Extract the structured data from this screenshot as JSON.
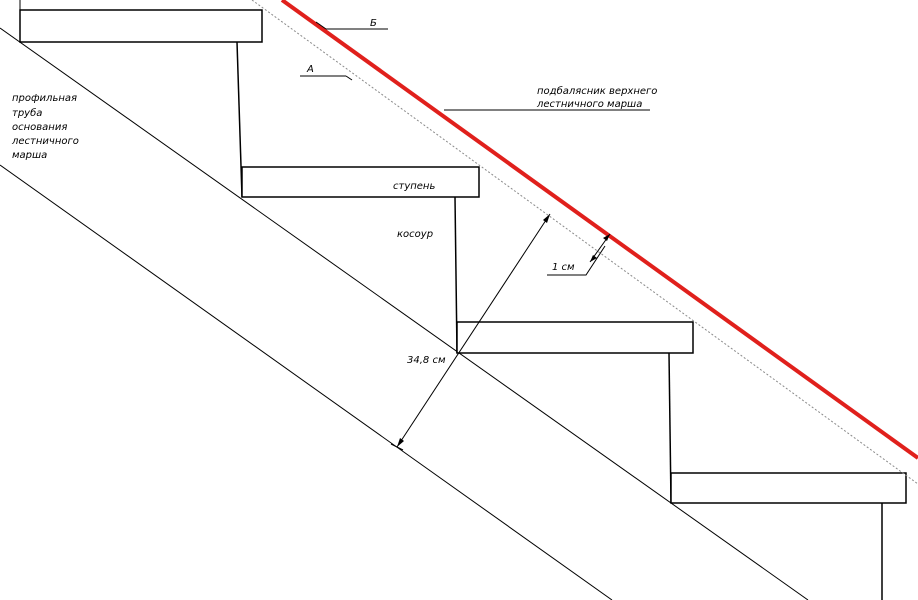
{
  "labels": {
    "b": "Б",
    "a": "А",
    "pipe": [
      "профильная",
      "труба",
      "основания",
      "лестничного",
      "марша"
    ],
    "beam": [
      "подбалясник верхнего",
      "лестничного марша"
    ],
    "step": "ступень",
    "stringer": "косоур",
    "gap": "1 см",
    "depth": "34,8 см"
  },
  "colors": {
    "line": "#000000",
    "handrail_beam": "#e0201c",
    "reference_line": "#8a8a8a"
  }
}
